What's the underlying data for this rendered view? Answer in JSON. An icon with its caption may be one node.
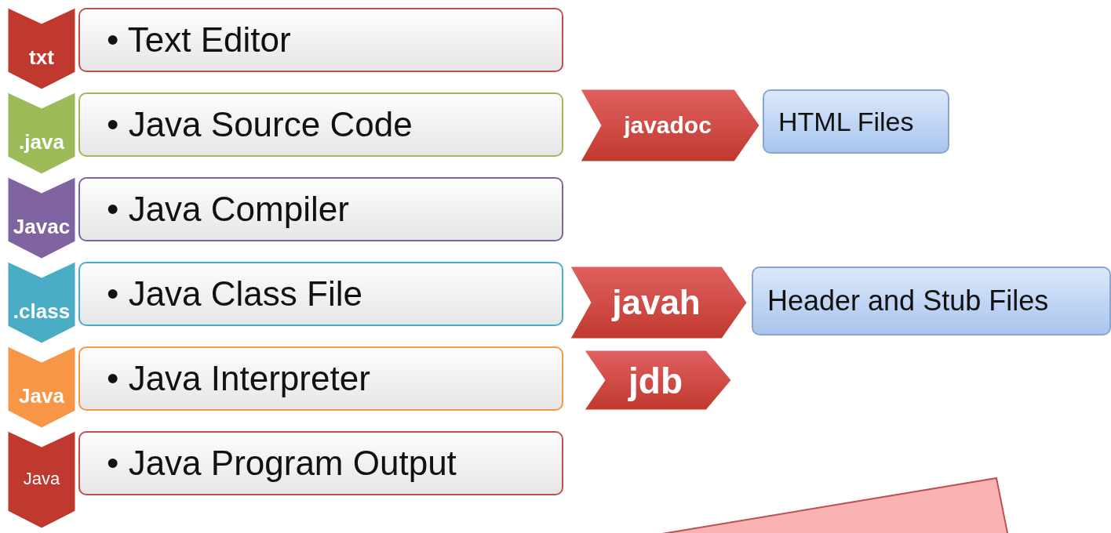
{
  "diagram": {
    "nodes": [
      {
        "text": [
          "txt"
        ]
      },
      {
        "text": [
          "• Text Editor"
        ]
      },
      {
        "text": [
          ".java"
        ]
      },
      {
        "text": [
          "• Java Source Code"
        ]
      },
      {
        "text": [
          "javadoc"
        ]
      },
      {
        "text": [
          "HTML Files"
        ]
      },
      {
        "text": [
          "Javac"
        ]
      },
      {
        "text": [
          "• Java Compiler"
        ]
      },
      {
        "text": [
          ".class"
        ]
      },
      {
        "text": [
          "• Java Class File"
        ]
      },
      {
        "text": [
          "javah"
        ]
      },
      {
        "text": [
          "Header and Stub Files"
        ]
      },
      {
        "text": [
          "Java"
        ]
      },
      {
        "text": [
          "• Java Interpreter"
        ]
      },
      {
        "text": [
          "jdb"
        ]
      },
      {
        "text": [
          "Java"
        ]
      },
      {
        "text": [
          "• Java Program Output"
        ]
      },
      {
        "text": [],
        "shape": "box"
      }
    ]
  }
}
